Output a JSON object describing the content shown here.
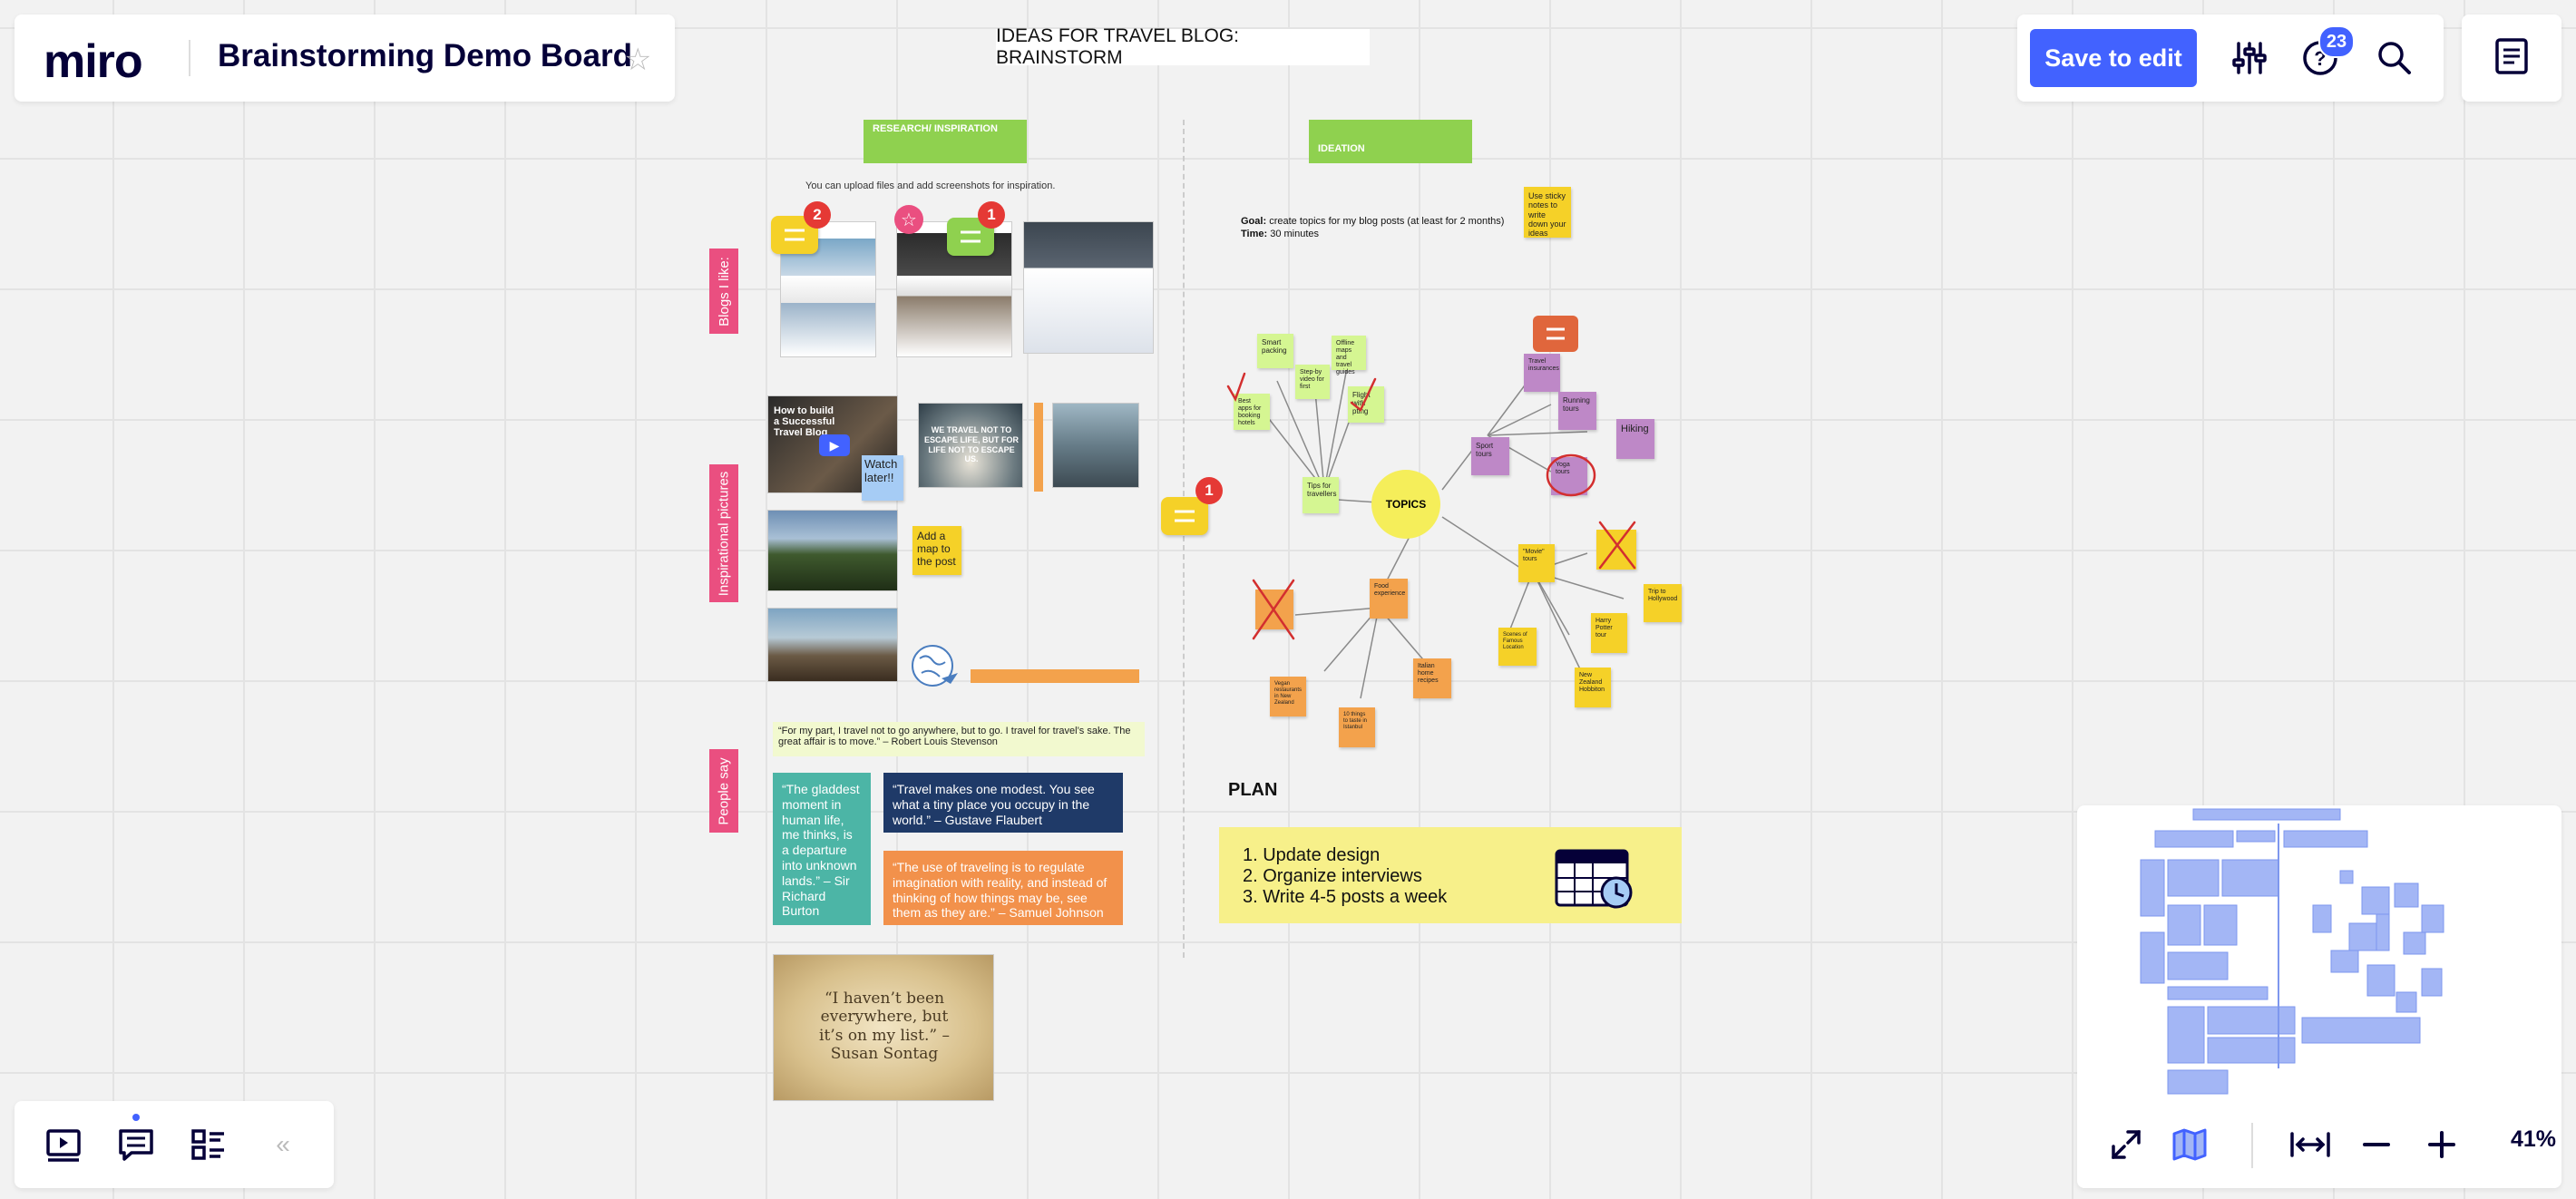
{
  "app": {
    "logo": "miro",
    "board_title": "Brainstorming Demo Board"
  },
  "toolbar": {
    "save_label": "Save to edit",
    "help_badge": "23"
  },
  "board": {
    "heading": "IDEAS FOR TRAVEL BLOG: BRAINSTORM",
    "research_label": "RESEARCH/ INSPIRATION",
    "ideation_label": "IDEATION",
    "upload_hint": "You can upload files and add screenshots for inspiration.",
    "blogs_label": "Blogs I like:",
    "pictures_label": "Inspirational pictures",
    "people_label": "People say",
    "comment_counts": [
      "2",
      "1",
      "1"
    ],
    "watch_later": "Watch later!!",
    "add_map": "Add a map to the post",
    "video_caption": "How to build a Successful Travel Blog",
    "quote_main": "“For my part, I travel not to go anywhere, but to go. I travel for travel’s sake. The great affair is to move.” – Robert Louis Stevenson",
    "quote_teal": "“The gladdest moment in human life, me thinks, is a departure into unknown lands.” – Sir Richard Burton",
    "quote_navy": "“Travel makes one modest. You see what a tiny place you occupy in the world.” – Gustave Flaubert",
    "quote_orange": "“The use of traveling is to regulate imagination with reality, and instead of thinking of how things may be, see them as they are.” – Samuel Johnson",
    "map_quote": "“I haven’t been everywhere, but it’s on my list.” –Susan Sontag",
    "poster_quote": "WE TRAVEL NOT TO ESCAPE LIFE, BUT FOR LIFE NOT TO ESCAPE US.",
    "goal_label": "Goal:",
    "goal_text": "create topics for my blog posts (at least for 2 months)",
    "time_label": "Time:",
    "time_text": "30 minutes",
    "sticky_hint": "Use sticky notes to write down your ideas",
    "topics": "TOPICS",
    "green_notes": [
      "Smart packing",
      "Step-by video for first",
      "Offline maps and travel guides",
      "Best apps for booking hotels",
      "Flight with pting",
      "Tips for travellers"
    ],
    "purple_notes": [
      "Travel insurances",
      "Running tours",
      "Hiking",
      "Sport tours",
      "Yoga tours"
    ],
    "yellow_notes": [
      "\"Movie\" tours",
      "Scenes of Famous Location",
      "Harry Potter tour",
      "New Zealand Hobbiton",
      "Trip to Hollywood"
    ],
    "orange_notes": [
      "Food experience",
      "Vegan restaurants in New Zealand",
      "10 things to taste in Istanbul",
      "Italian home recipes"
    ],
    "plan_title": "PLAN",
    "plan_items": [
      "1. Update design",
      "2. Organize interviews",
      "3. Write 4-5 posts a week"
    ]
  },
  "minimap": {
    "zoom": "41%"
  },
  "icons": [
    "star-icon",
    "settings-sliders-icon",
    "help-icon",
    "search-icon",
    "notes-icon",
    "present-icon",
    "comments-icon",
    "board-list-icon",
    "collapse-icon",
    "fullscreen-icon",
    "map-icon",
    "fit-width-icon",
    "zoom-out-icon",
    "zoom-in-icon"
  ]
}
